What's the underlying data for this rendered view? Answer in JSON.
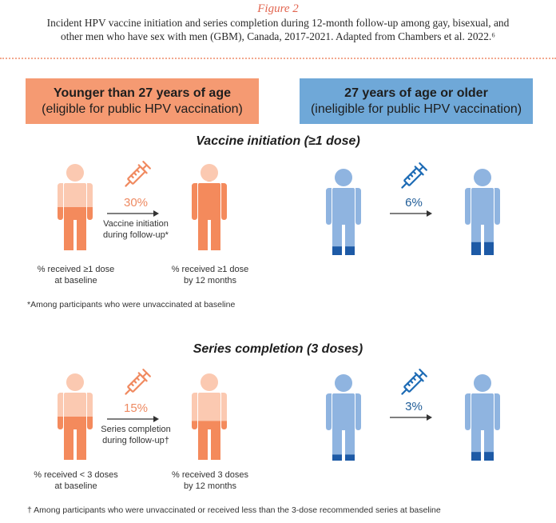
{
  "figure": {
    "label": "Figure 2",
    "caption_line1": "Incident HPV vaccine initiation and series completion during 12-month follow-up among gay, bisexual, and",
    "caption_line2": "other men who have sex with men (GBM), Canada, 2017-2021. Adapted from Chambers et al. 2022.⁶"
  },
  "groups": {
    "younger": {
      "title": "Younger than 27 years of age",
      "subtitle": "(eligible for public HPV vaccination)"
    },
    "older": {
      "title": "27 years of age or older",
      "subtitle": "(ineligible for public HPV vaccination)"
    }
  },
  "initiation": {
    "title": "Vaccine initiation (≥1 dose)",
    "young_pct": "30%",
    "young_arrow_line1": "Vaccine initiation",
    "young_arrow_line2": "during follow-up*",
    "young_base_line1": "% received ≥1 dose",
    "young_base_line2": "at baseline",
    "young_end_line1": "% received ≥1 dose",
    "young_end_line2": "by 12 months",
    "old_pct": "6%",
    "footnote": "*Among participants who were unvaccinated at baseline"
  },
  "completion": {
    "title": "Series completion (3 doses)",
    "young_pct": "15%",
    "young_arrow_line1": "Series completion",
    "young_arrow_line2": "during follow-up†",
    "young_base_line1": "% received < 3 doses",
    "young_base_line2": "at baseline",
    "young_end_line1": "% received 3 doses",
    "young_end_line2": "by 12 months",
    "old_pct": "3%",
    "footnote": "† Among participants who were unvaccinated or received less than the 3-dose recommended series at baseline"
  },
  "colors": {
    "young_light": "#fbc9b1",
    "young_dark": "#f48a5c",
    "old_light": "#8fb4e0",
    "old_dark": "#1d5aa6",
    "syringe_young": "#f08a60",
    "syringe_old": "#1d6bb5"
  },
  "fill_levels": {
    "initiation_young_baseline": 0.5,
    "initiation_young_end": 0.8,
    "initiation_old_baseline": 0.1,
    "initiation_old_end": 0.15,
    "completion_young_baseline": 0.5,
    "completion_young_end": 0.45,
    "completion_old_baseline": 0.07,
    "completion_old_end": 0.1
  }
}
